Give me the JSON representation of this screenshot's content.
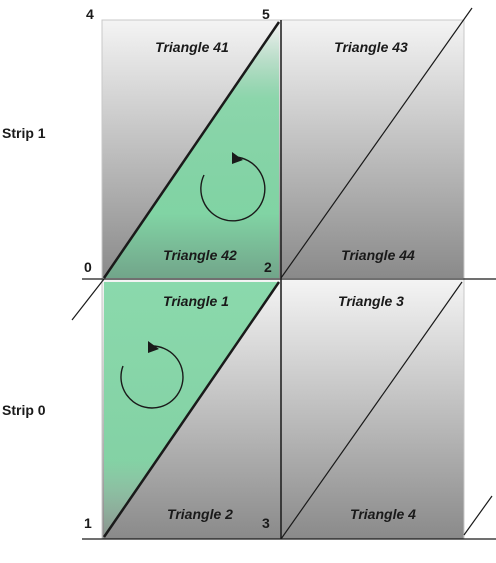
{
  "strips": [
    {
      "label": "Strip 1"
    },
    {
      "label": "Strip 0"
    }
  ],
  "vertices": [
    "4",
    "5",
    "0",
    "2",
    "1",
    "3"
  ],
  "triangles": [
    "Triangle 41",
    "Triangle 43",
    "Triangle 42",
    "Triangle 44",
    "Triangle 1",
    "Triangle 3",
    "Triangle 2",
    "Triangle 4"
  ],
  "colors": {
    "highlight": "#7fd6a4",
    "gradient_top": "#f2f2f2",
    "gradient_bottom": "#8c8c8c",
    "stroke": "#1a1a1a"
  },
  "icons": [
    "counterclockwise-arrow-icon",
    "counterclockwise-arrow-icon"
  ]
}
